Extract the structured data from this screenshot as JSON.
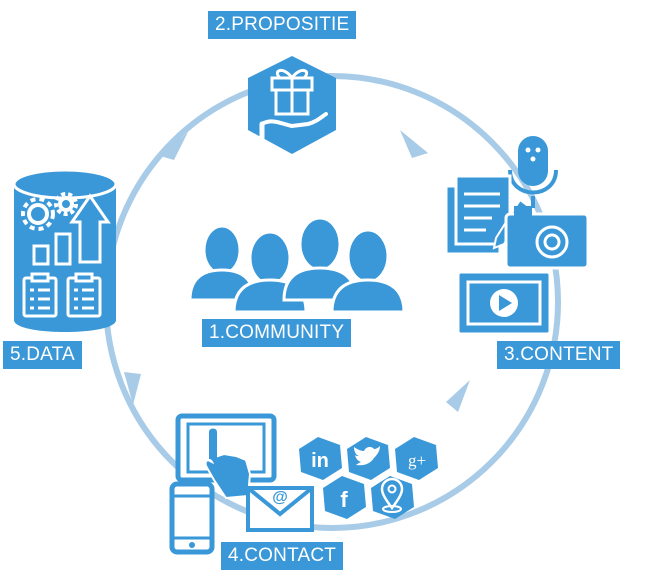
{
  "steps": {
    "community": {
      "number": "1.",
      "label": "COMMUNITY"
    },
    "propositie": {
      "number": "2.",
      "label": "PROPOSITIE"
    },
    "content": {
      "number": "3.",
      "label": "CONTENT"
    },
    "contact": {
      "number": "4.",
      "label": "CONTACT"
    },
    "data": {
      "number": "5.",
      "label": "DATA"
    }
  },
  "social": {
    "linkedin": "in",
    "gplus": "g+",
    "facebook": "f",
    "email": "@"
  },
  "colors": {
    "primary": "#3a98d8",
    "cycle": "#a8cbe8",
    "background": "#ffffff"
  }
}
